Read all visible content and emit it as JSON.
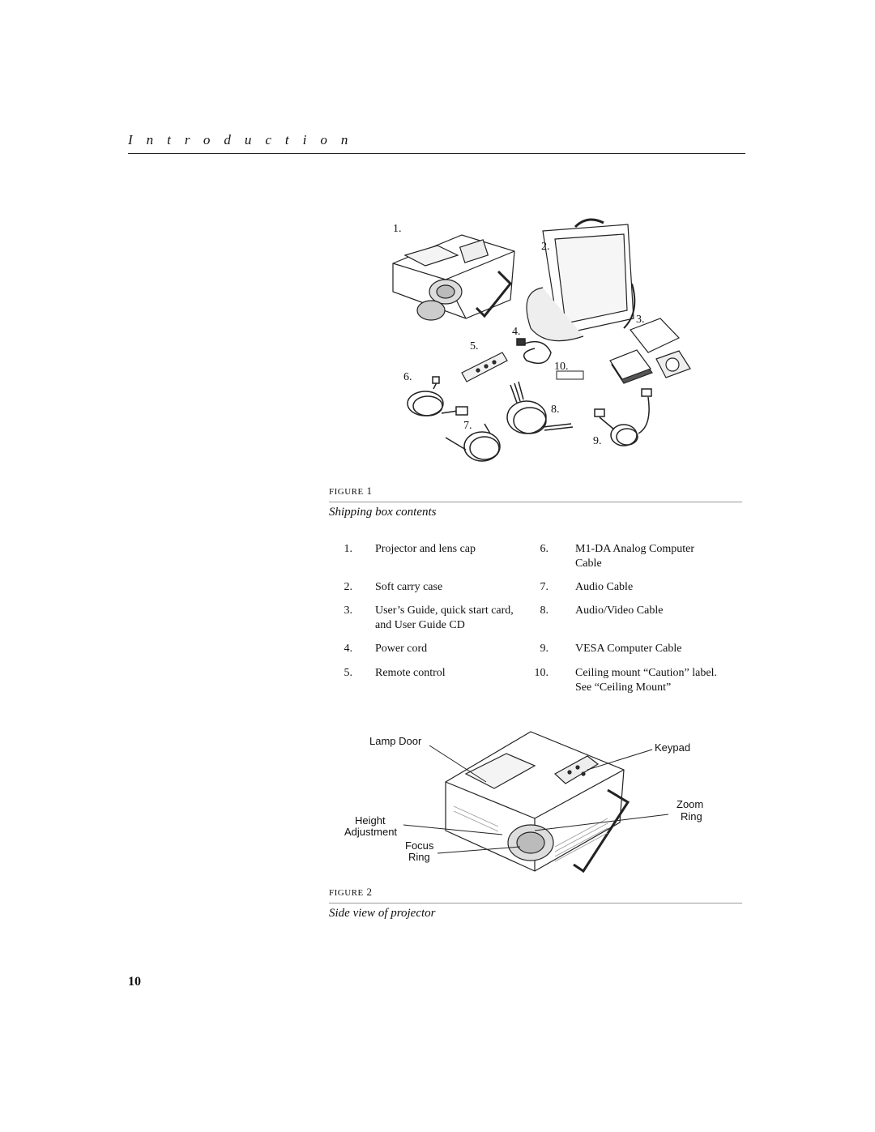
{
  "header": {
    "title": "Introduction"
  },
  "figure1": {
    "label": "Figure",
    "number": "1",
    "caption": "Shipping box contents",
    "illustration_labels": [
      "1.",
      "2.",
      "3.",
      "4.",
      "5.",
      "6.",
      "7.",
      "8.",
      "9.",
      "10."
    ],
    "items_left": [
      {
        "num": "1.",
        "text": [
          "Projector and lens cap"
        ]
      },
      {
        "num": "2.",
        "text": [
          "Soft carry case"
        ]
      },
      {
        "num": "3.",
        "text": [
          "User’s Guide, quick start card,",
          "and User Guide CD"
        ]
      },
      {
        "num": "4.",
        "text": [
          "Power cord"
        ]
      },
      {
        "num": "5.",
        "text": [
          "Remote control"
        ]
      }
    ],
    "items_right": [
      {
        "num": "6.",
        "text": [
          "M1-DA Analog Computer",
          "Cable"
        ]
      },
      {
        "num": "7.",
        "text": [
          "Audio Cable"
        ]
      },
      {
        "num": "8.",
        "text": [
          "Audio/Video Cable"
        ]
      },
      {
        "num": "9.",
        "text": [
          "VESA Computer Cable"
        ]
      },
      {
        "num": "10.",
        "text": [
          "Ceiling mount “Caution” label.",
          "See “Ceiling Mount”"
        ]
      }
    ]
  },
  "figure2": {
    "label": "Figure",
    "number": "2",
    "caption": "Side view of projector",
    "callouts": {
      "lamp_door": "Lamp Door",
      "keypad": "Keypad",
      "zoom": "Zoom",
      "zoom_ring": "Ring",
      "height": "Height",
      "adjustment": "Adjustment",
      "focus": "Focus",
      "focus_ring": "Ring"
    }
  },
  "page_number": "10"
}
